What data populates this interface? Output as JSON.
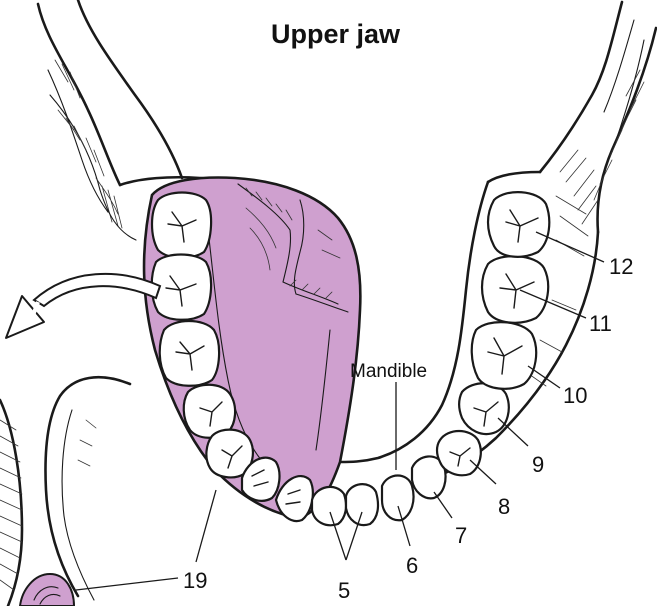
{
  "diagram": {
    "title": "Upper jaw",
    "region_label": "Mandible",
    "callouts": {
      "c12": "12",
      "c11": "11",
      "c10": "10",
      "c9": "9",
      "c8": "8",
      "c7": "7",
      "c6": "6",
      "c5": "5",
      "c19": "19"
    },
    "colors": {
      "highlight": "#cfa0cf",
      "ink": "#1a1a1a",
      "tooth": "#ffffff",
      "background": "#ffffff"
    }
  }
}
